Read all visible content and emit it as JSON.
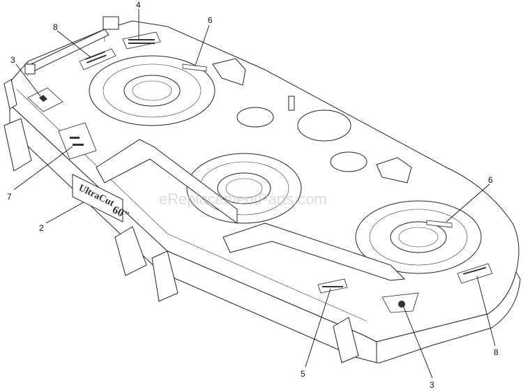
{
  "diagram": {
    "watermark": "eReplacementParts.com",
    "deck_brand": "UltraCut",
    "deck_size": "60\"",
    "callouts": [
      "8",
      "4",
      "6",
      "3",
      "7",
      "2",
      "6",
      "8",
      "5",
      "3"
    ]
  }
}
